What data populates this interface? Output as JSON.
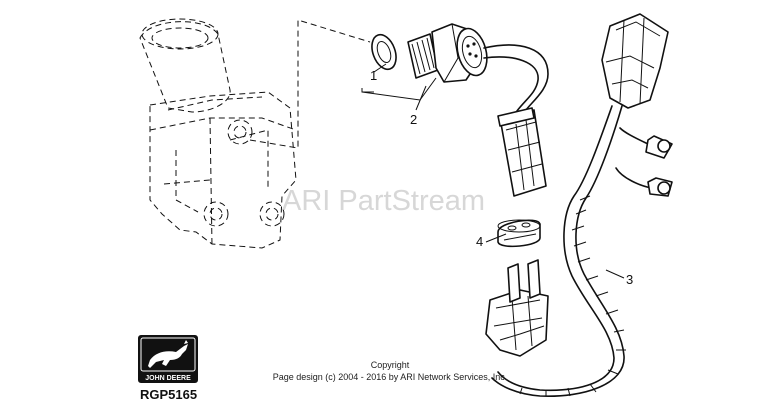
{
  "callouts": [
    {
      "id": "1",
      "label": "1"
    },
    {
      "id": "2",
      "label": "2"
    },
    {
      "id": "3",
      "label": "3"
    },
    {
      "id": "4",
      "label": "4"
    }
  ],
  "watermark": "ARI PartStream",
  "copyright": {
    "line1": "Copyright",
    "line2": "Page design (c) 2004 - 2016 by ARI Network Services, Inc."
  },
  "logo": {
    "text": "JOHN DEERE"
  },
  "figure_id": "RGP5165"
}
